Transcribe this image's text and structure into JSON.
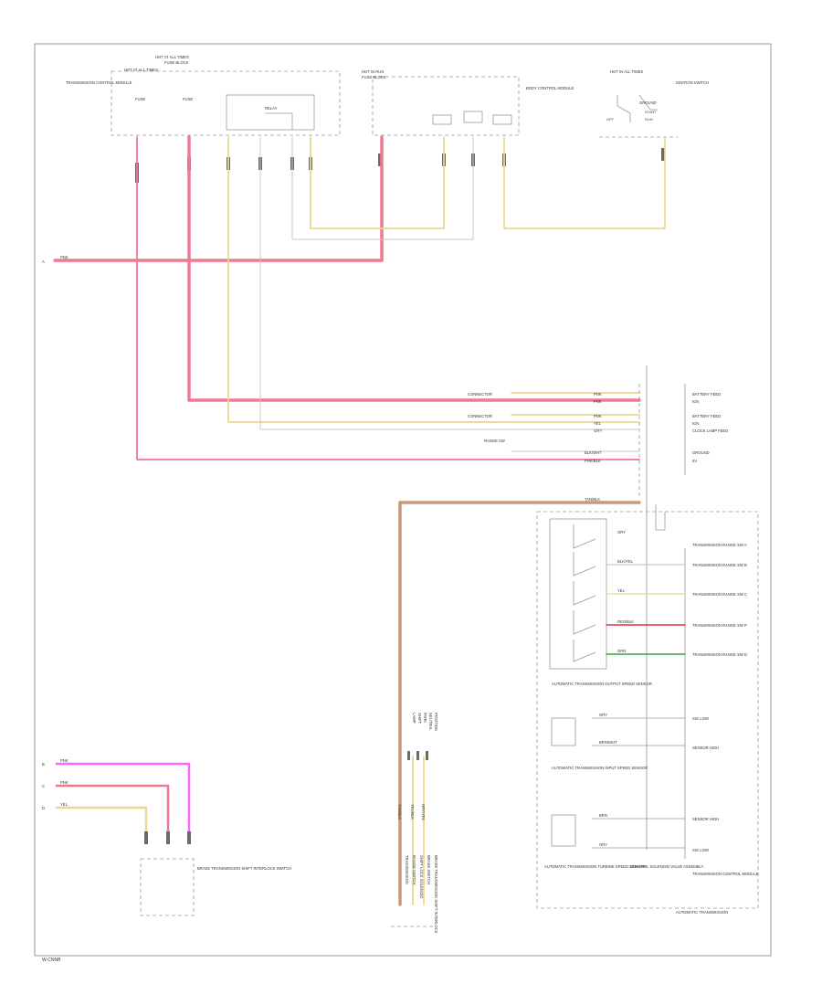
{
  "colors": {
    "pink": "#f07890",
    "magenta": "#ff66ff",
    "yellow": "#e8d890",
    "tan": "#c89878",
    "gray": "#c8c8c8",
    "red": "#e03040",
    "green": "#40a040"
  },
  "top": {
    "fuse_block_header": "HOT AT ALL TIMES",
    "fuse_block_title": "FUSE BLOCK",
    "left_module_label": "TRANSMISSION CONTROL MODULE",
    "fuse_hot_label": "HOT AT ALL TIMES",
    "fuse_1": "FUSE",
    "fuse_2": "FUSE",
    "relay_label": "RELAY",
    "hot_run_label": "HOT IN RUN",
    "fuse_block2_title": "FUSE BLOCK",
    "body_module_label": "BODY CONTROL MODULE",
    "switch_hot_label": "HOT IN ALL TIMES",
    "switch_name": "IGNITION SWITCH",
    "switch_off": "OFF",
    "switch_run": "RUN",
    "switch_start": "START",
    "ground_label": "GROUND"
  },
  "bus": {
    "left_label": "A",
    "wire_label": "PNK"
  },
  "tcm_connector": {
    "rows": [
      {
        "left": "CONNECTOR",
        "wire": "PNK",
        "right": "BATTERY FEED"
      },
      {
        "left": "",
        "wire": "PNK",
        "right": "IGN"
      },
      {
        "left": "CONNECTOR",
        "wire": "PNK",
        "right": "BATTERY FEED"
      },
      {
        "left": "",
        "wire": "YEL",
        "right": "IGN"
      },
      {
        "left": "",
        "wire": "GRY",
        "right": "CLOCK LAMP FEED"
      },
      {
        "left": "",
        "wire": "BLK/WHT",
        "right": "GROUND"
      },
      {
        "left": "",
        "wire": "PNK/BLK",
        "right": "5V"
      }
    ],
    "range_label": "RANGE SW",
    "tan_wire": "TAN/BLK"
  },
  "range_switch": {
    "rows": [
      {
        "wire": "GRY",
        "right": "TRANSMISSION RANGE SW A"
      },
      {
        "wire": "BLK/YEL",
        "right": "TRANSMISSION RANGE SW B"
      },
      {
        "wire": "YEL",
        "right": "TRANSMISSION RANGE SW C"
      },
      {
        "wire": "RED/BLK",
        "right": "TRANSMISSION RANGE SW P"
      },
      {
        "wire": "GRN",
        "right": "TRANSMISSION RANGE SW D"
      }
    ]
  },
  "sensors": {
    "sensor_1_label": "AUTOMATIC TRANSMISSION OUTPUT SPEED SENSOR",
    "sensor_2_label": "AUTOMATIC TRANSMISSION INPUT SPEED SENSOR",
    "sensor_3_label": "AUTOMATIC TRANSMISSION TURBINE SPEED SENSOR",
    "rows": [
      {
        "wire": "GRY",
        "right": "SIG LOW"
      },
      {
        "wire": "BRN/WHT",
        "right": "SENSOR HIGH"
      },
      {
        "wire": "BRN",
        "right": "SENSOR HIGH"
      },
      {
        "wire": "GRY",
        "right": "SIG LOW"
      }
    ],
    "control_module_label": "CONTROL SOLENOID VALVE ASSEMBLY",
    "tcm_label": "TRANSMISSION CONTROL MODULE",
    "bottom_label": "AUTOMATIC TRANSMISSION"
  },
  "mid_connector": {
    "vertical_labels": [
      "LAMP",
      "SHIFT",
      "PARK",
      "NEUTRAL",
      "POSITION"
    ],
    "wire_labels": [
      "TAN/BLK",
      "YEL/BLK",
      "GRY/YEL"
    ],
    "bottom_rows": [
      "TRANSMISSION",
      "RANGE SWITCH",
      "SHIFT LOCK SOLENOID",
      "BRAKE SWITCH",
      "BRAKE TRANSMISSION SHIFT INTERLOCK"
    ]
  },
  "bottom_left": {
    "row_labels": [
      "B",
      "C",
      "D"
    ],
    "wires": [
      "PNK",
      "PNK",
      "YEL"
    ],
    "switch_label": "BRAKE TRANSMISSION SHIFT INTERLOCK SWITCH"
  },
  "footer": {
    "code": "W-CNNB"
  }
}
